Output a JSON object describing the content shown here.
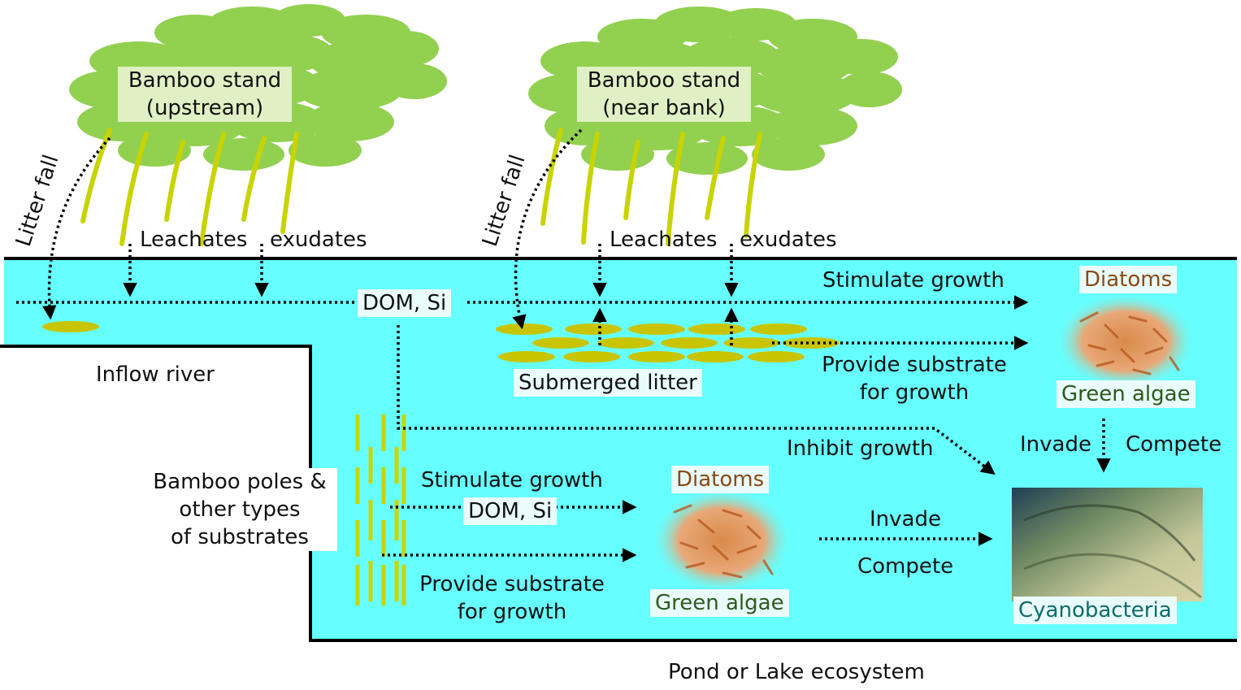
{
  "labels": {
    "bamboo_upstream": [
      "Bamboo stand",
      "(upstream)"
    ],
    "bamboo_near_bank": [
      "Bamboo stand",
      "(near bank)"
    ],
    "litter_fall_1": "Litter fall",
    "litter_fall_2": "Litter fall",
    "leachates_1": "Leachates",
    "exudates_1": "exudates",
    "leachates_2": "Leachates",
    "exudates_2": "exudates",
    "dom_si_top": "DOM, Si",
    "stimulate_growth_top": "Stimulate growth",
    "provide_substrate_top": [
      "Provide substrate",
      "for growth"
    ],
    "submerged_litter": "Submerged litter",
    "inflow_river": "Inflow river",
    "bamboo_poles": [
      "Bamboo poles &",
      "other types",
      "of substrates"
    ],
    "inhibit_growth": "Inhibit growth",
    "stimulate_growth_bottom": "Stimulate growth",
    "dom_si_bottom": "DOM, Si",
    "provide_substrate_bottom": [
      "Provide substrate",
      "for growth"
    ],
    "invade_top": "Invade",
    "compete_top": "Compete",
    "invade_bottom": "Invade",
    "compete_bottom": "Compete",
    "pond_lake": "Pond or Lake ecosystem"
  },
  "organisms": {
    "diatoms_right": "Diatoms",
    "green_algae_right": "Green algae",
    "diatoms_center": "Diatoms",
    "green_algae_center": "Green algae",
    "cyanobacteria": "Cyanobacteria"
  },
  "colors": {
    "water": "#66ffff",
    "foliage": "#92d050",
    "litter": "#c8c400",
    "stem": "#c8d400",
    "boundary": "#000000",
    "diatom_text": "#8a4a12",
    "green_algae_text": "#2d5a1c",
    "cyanobacteria_text": "#0f6b6b"
  }
}
